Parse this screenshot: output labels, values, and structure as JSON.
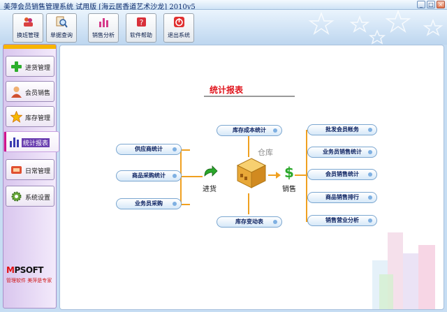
{
  "window": {
    "title": "美萍会员销售管理系统 试用版 [海云居香道艺术沙龙] 2010v5",
    "buttons": [
      "_",
      "□",
      "×"
    ]
  },
  "toolbar": {
    "items": [
      {
        "label": "换班管理",
        "icon": "people-swap-icon"
      },
      {
        "label": "单据查询",
        "icon": "magnifier-icon"
      },
      {
        "label": "销售分析",
        "icon": "bar-chart-icon"
      },
      {
        "label": "软件帮助",
        "icon": "help-book-icon"
      },
      {
        "label": "退出系统",
        "icon": "power-exit-icon"
      }
    ]
  },
  "sidebar": {
    "items": [
      {
        "label": "进货管理",
        "icon": "green-plus-icon"
      },
      {
        "label": "会员销售",
        "icon": "member-person-icon"
      },
      {
        "label": "库存管理",
        "icon": "star-icon"
      },
      {
        "label": "统计报表",
        "icon": "bar-chart-icon",
        "active": true
      },
      {
        "label": "日常管理",
        "icon": "tools-icon"
      },
      {
        "label": "系统设置",
        "icon": "gear-icon"
      }
    ],
    "logo": {
      "brand_m": "M",
      "brand_rest": "PSOFT",
      "slogan": "管理软件 美萍是专家"
    }
  },
  "main": {
    "title": "统计报表",
    "purchase": {
      "label": "进货",
      "items": [
        "供应商统计",
        "商品采购统计",
        "业务员采购"
      ]
    },
    "warehouse": {
      "label": "仓库",
      "top": "库存成本统计",
      "bottom": "库存变动表"
    },
    "sales": {
      "label": "销售",
      "items": [
        "批发会员帐务",
        "业务员销售统计",
        "会员销售统计",
        "商品销售排行",
        "销售营业分析"
      ]
    }
  },
  "colors": {
    "accent_title": "#e0141c",
    "connector": "#f0a020",
    "sidebar_active": "#6a3fb0"
  }
}
